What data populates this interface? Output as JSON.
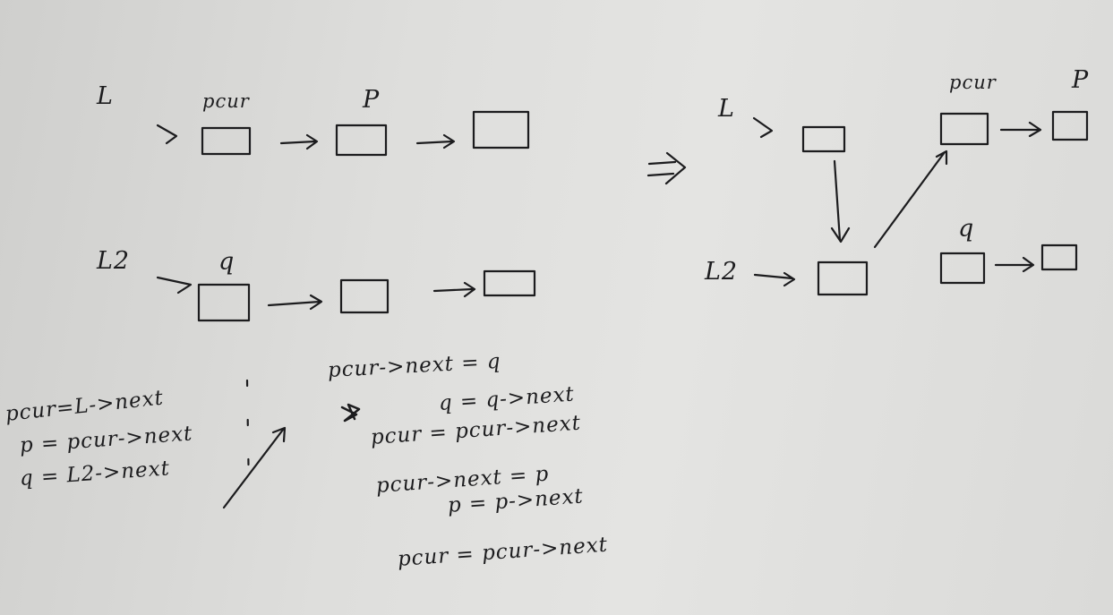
{
  "left_diagram": {
    "row1": {
      "list": "L",
      "labels": [
        "pcur",
        "P"
      ]
    },
    "row2": {
      "list": "L2",
      "labels": [
        "q"
      ]
    }
  },
  "right_diagram": {
    "list1": "L",
    "list2": "L2",
    "labels": [
      "pcur",
      "P",
      "q"
    ],
    "arrow": "=>"
  },
  "init_code": [
    "pcur=L->next",
    "p = pcur->next",
    "q = L2->next"
  ],
  "loop_code": [
    "pcur->next = q",
    "q = q->next",
    "pcur = pcur->next",
    "pcur->next = p",
    "p = p->next",
    "pcur = pcur->next"
  ]
}
